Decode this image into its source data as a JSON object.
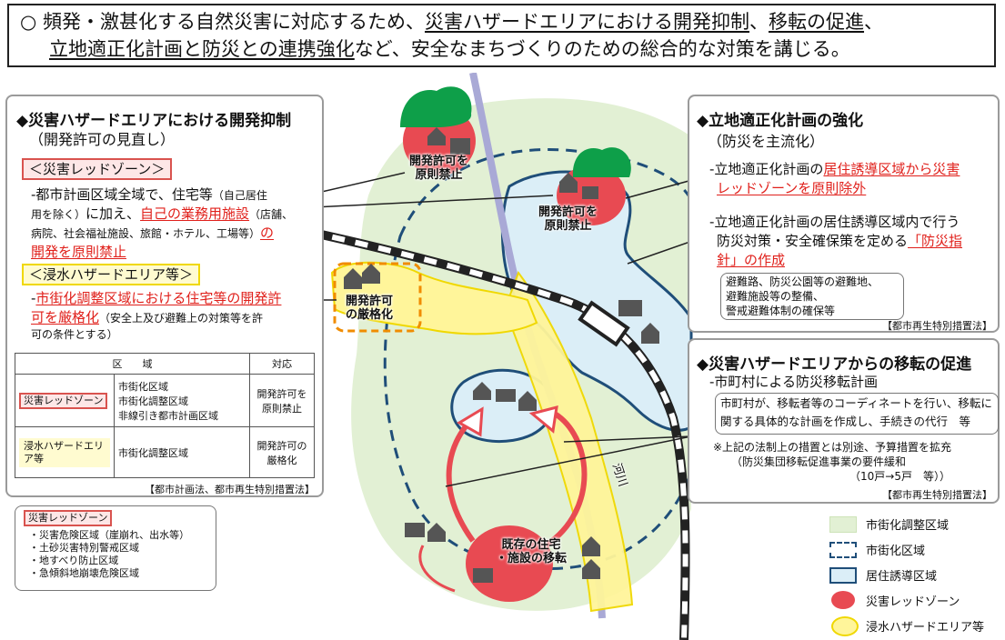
{
  "header": {
    "bullet": "○",
    "line1_a": "頻発・激甚化する自然災害に対応するため、",
    "line1_b": "災害ハザードエリアにおける開発抑制",
    "line1_c": "、",
    "line1_d": "移転の促進",
    "line1_e": "、",
    "line2_a": "立地適正化計画と防災との連携強化",
    "line2_b": "など、安全なまちづくりのための総合的な対策を講じる。"
  },
  "left_panel": {
    "title": "◆災害ハザードエリアにおける開発抑制",
    "subtitle": "（開発許可の見直し）",
    "red_zone_tag": "＜災害レッドゾーン＞",
    "red_text_1": "-都市計画区域全域で、住宅等",
    "red_text_1s": "（自己居住",
    "red_text_2s": "用を除く）",
    "red_text_2": "に加え、",
    "red_text_2r": "自己の業務用施設",
    "red_text_2t": "（店舗、",
    "red_text_3": "病院、社会福祉施設、旅館・ホテル、工場等）",
    "red_text_3r": "の",
    "red_text_4r": "開発を原則禁止",
    "flood_tag": "＜浸水ハザードエリア等＞",
    "flood_text_1r": "市街化調整区域における住宅等の開発許",
    "flood_text_2r": "可を厳格化",
    "flood_text_2": "（安全上及び避難上の対策等を許",
    "flood_text_3": "可の条件とする）",
    "dash": "-",
    "table": {
      "header_area": "区　　域",
      "header_action": "対応",
      "rows": [
        {
          "zone": "災害レッドゾーン",
          "areas": [
            "市街化区域",
            "市街化調整区域",
            "非線引き都市計画区域"
          ],
          "action": [
            "開発許可を",
            "原則禁止"
          ]
        },
        {
          "zone": "浸水ハザードエリア等",
          "areas": [
            "市街化調整区域"
          ],
          "action": [
            "開発許可の",
            "厳格化"
          ]
        }
      ]
    },
    "law": "【都市計画法、都市再生特別措置法】"
  },
  "red_zone_note": {
    "tag": "災害レッドゾーン",
    "items": [
      "・災害危険区域（崖崩れ、出水等）",
      "・土砂災害特別警戒区域",
      "・地すべり防止区域",
      "・急傾斜地崩壊危険区域"
    ]
  },
  "right_top_panel": {
    "title": "◆立地適正化計画の強化",
    "subtitle": "（防災を主流化）",
    "item1_a": "-立地適正化計画の",
    "item1_r1": "居住誘導区域から災害",
    "item1_r2": "レッドゾーンを原則除外",
    "item2_a": "-立地適正化計画の居住誘導区域内で行う",
    "item2_b": "防災対策・安全確保策を定める",
    "item2_r1": "「防災指",
    "item2_r2": "針」の作成",
    "note": [
      "避難路、防災公園等の避難地、",
      "避難施設等の整備、",
      "警戒避難体制の確保等"
    ],
    "law": "【都市再生特別措置法】"
  },
  "right_bottom_panel": {
    "title": "◆災害ハザードエリアからの移転の促進",
    "item1": "-市町村による防災移転計画",
    "box": [
      "市町村が、移転者等のコーディネートを行い、移転に",
      "関する具体的な計画を作成し、手続きの代行　等"
    ],
    "note1": "※上記の法制上の措置とは別途、予算措置を拡充",
    "note2": "（防災集団移転促進事業の要件緩和",
    "note3": "（10戸→5戸　等））",
    "law": "【都市再生特別措置法】"
  },
  "map_labels": {
    "ban1": [
      "開発許可を",
      "原則禁止"
    ],
    "ban2": [
      "開発許可を",
      "原則禁止"
    ],
    "strict": [
      "開発許可",
      "の厳格化"
    ],
    "move": [
      "既存の住宅",
      "・施設の移転"
    ],
    "river": "河川"
  },
  "legend": [
    {
      "label": "市街化調整区域",
      "color": "#e2f0d4"
    },
    {
      "label": "市街化区域",
      "color": "#1f4e79"
    },
    {
      "label": "居住誘導区域",
      "color": "#dbeef7"
    },
    {
      "label": "災害レッドゾーン",
      "color": "#e84a52"
    },
    {
      "label": "浸水ハザードエリア等",
      "color": "#fff59a"
    }
  ]
}
